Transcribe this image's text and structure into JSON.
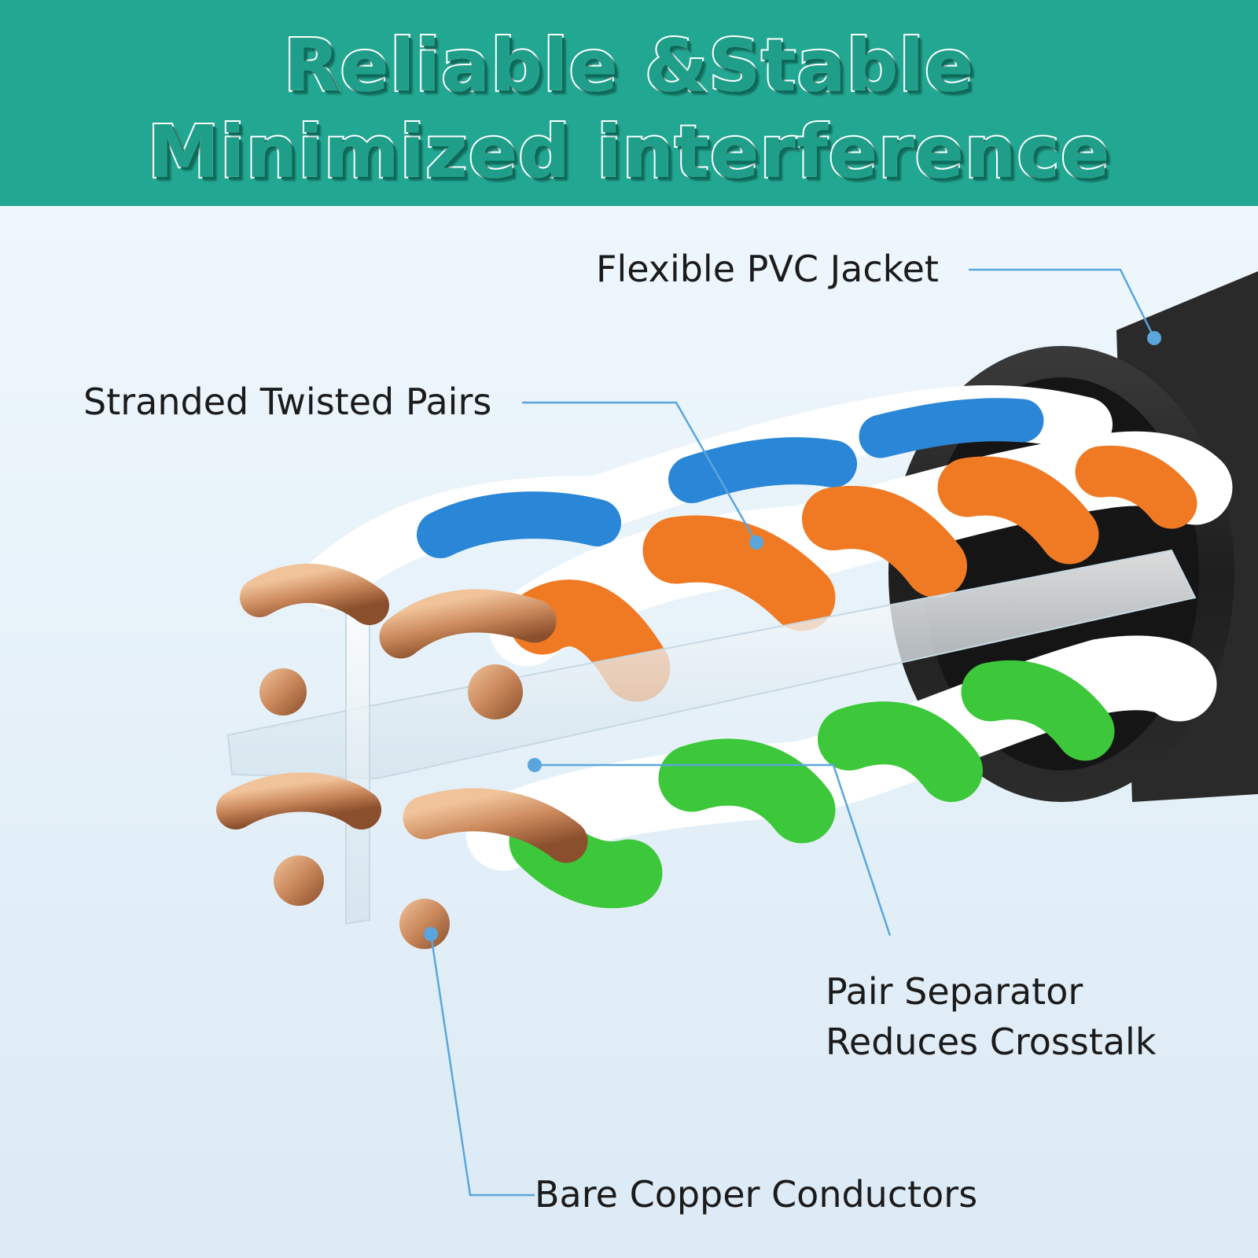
{
  "banner": {
    "line1": "Reliable &Stable",
    "line2": "Minimized interference"
  },
  "callouts": {
    "jacket": "Flexible PVC Jacket",
    "pairs": "Stranded Twisted Pairs",
    "separator_line1": "Pair Separator",
    "separator_line2": "Reduces Crosstalk",
    "conductors": "Bare Copper Conductors"
  },
  "colors": {
    "banner_bg": "#22a892",
    "title_fill": "#1f9f89",
    "leader_line": "#5aa6dc",
    "jacket": "#2a2a2a",
    "pair_blue": "#2a86d6",
    "pair_orange": "#f07a24",
    "pair_green": "#3cc83a",
    "copper": "#c9875a"
  }
}
